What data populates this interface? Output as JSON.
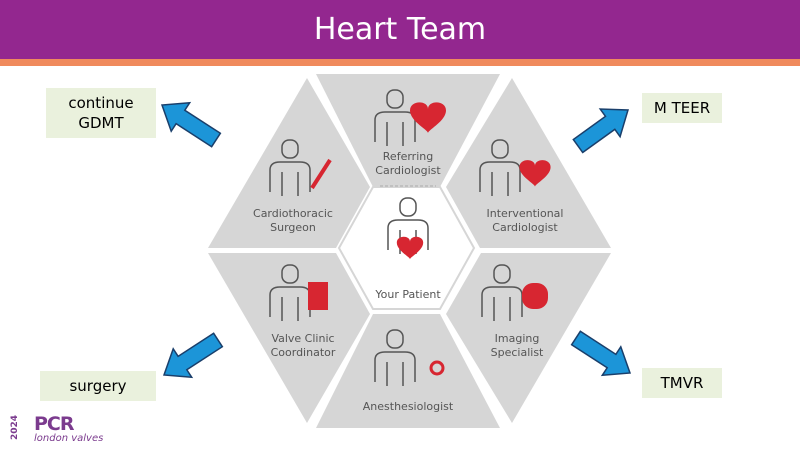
{
  "header": {
    "title": "Heart Team"
  },
  "options": {
    "top_left": "continue\nGDMT",
    "top_right": "M TEER",
    "bottom_left": "surgery",
    "bottom_right": "TMVR"
  },
  "roles": {
    "referring": [
      "Referring",
      "Cardiologist"
    ],
    "interventional": [
      "Interventional",
      "Cardiologist"
    ],
    "imaging": [
      "Imaging",
      "Specialist"
    ],
    "anesthesiologist": [
      "Anesthesiologist"
    ],
    "valve_clinic": [
      "Valve Clinic",
      "Coordinator"
    ],
    "surgeon": [
      "Cardiothoracic",
      "Surgeon"
    ],
    "patient": [
      "Your Patient"
    ]
  },
  "logo": {
    "brand": "PCR",
    "event": "london valves",
    "year": "2024"
  },
  "colors": {
    "header": "#93278f",
    "stripe": "#f08a5d",
    "panel": "#d6d6d6",
    "arrow_fill": "#1c95d8",
    "arrow_stroke": "#1a3f6b",
    "option_bg": "#eaf1dd",
    "heart_red": "#d72631"
  }
}
